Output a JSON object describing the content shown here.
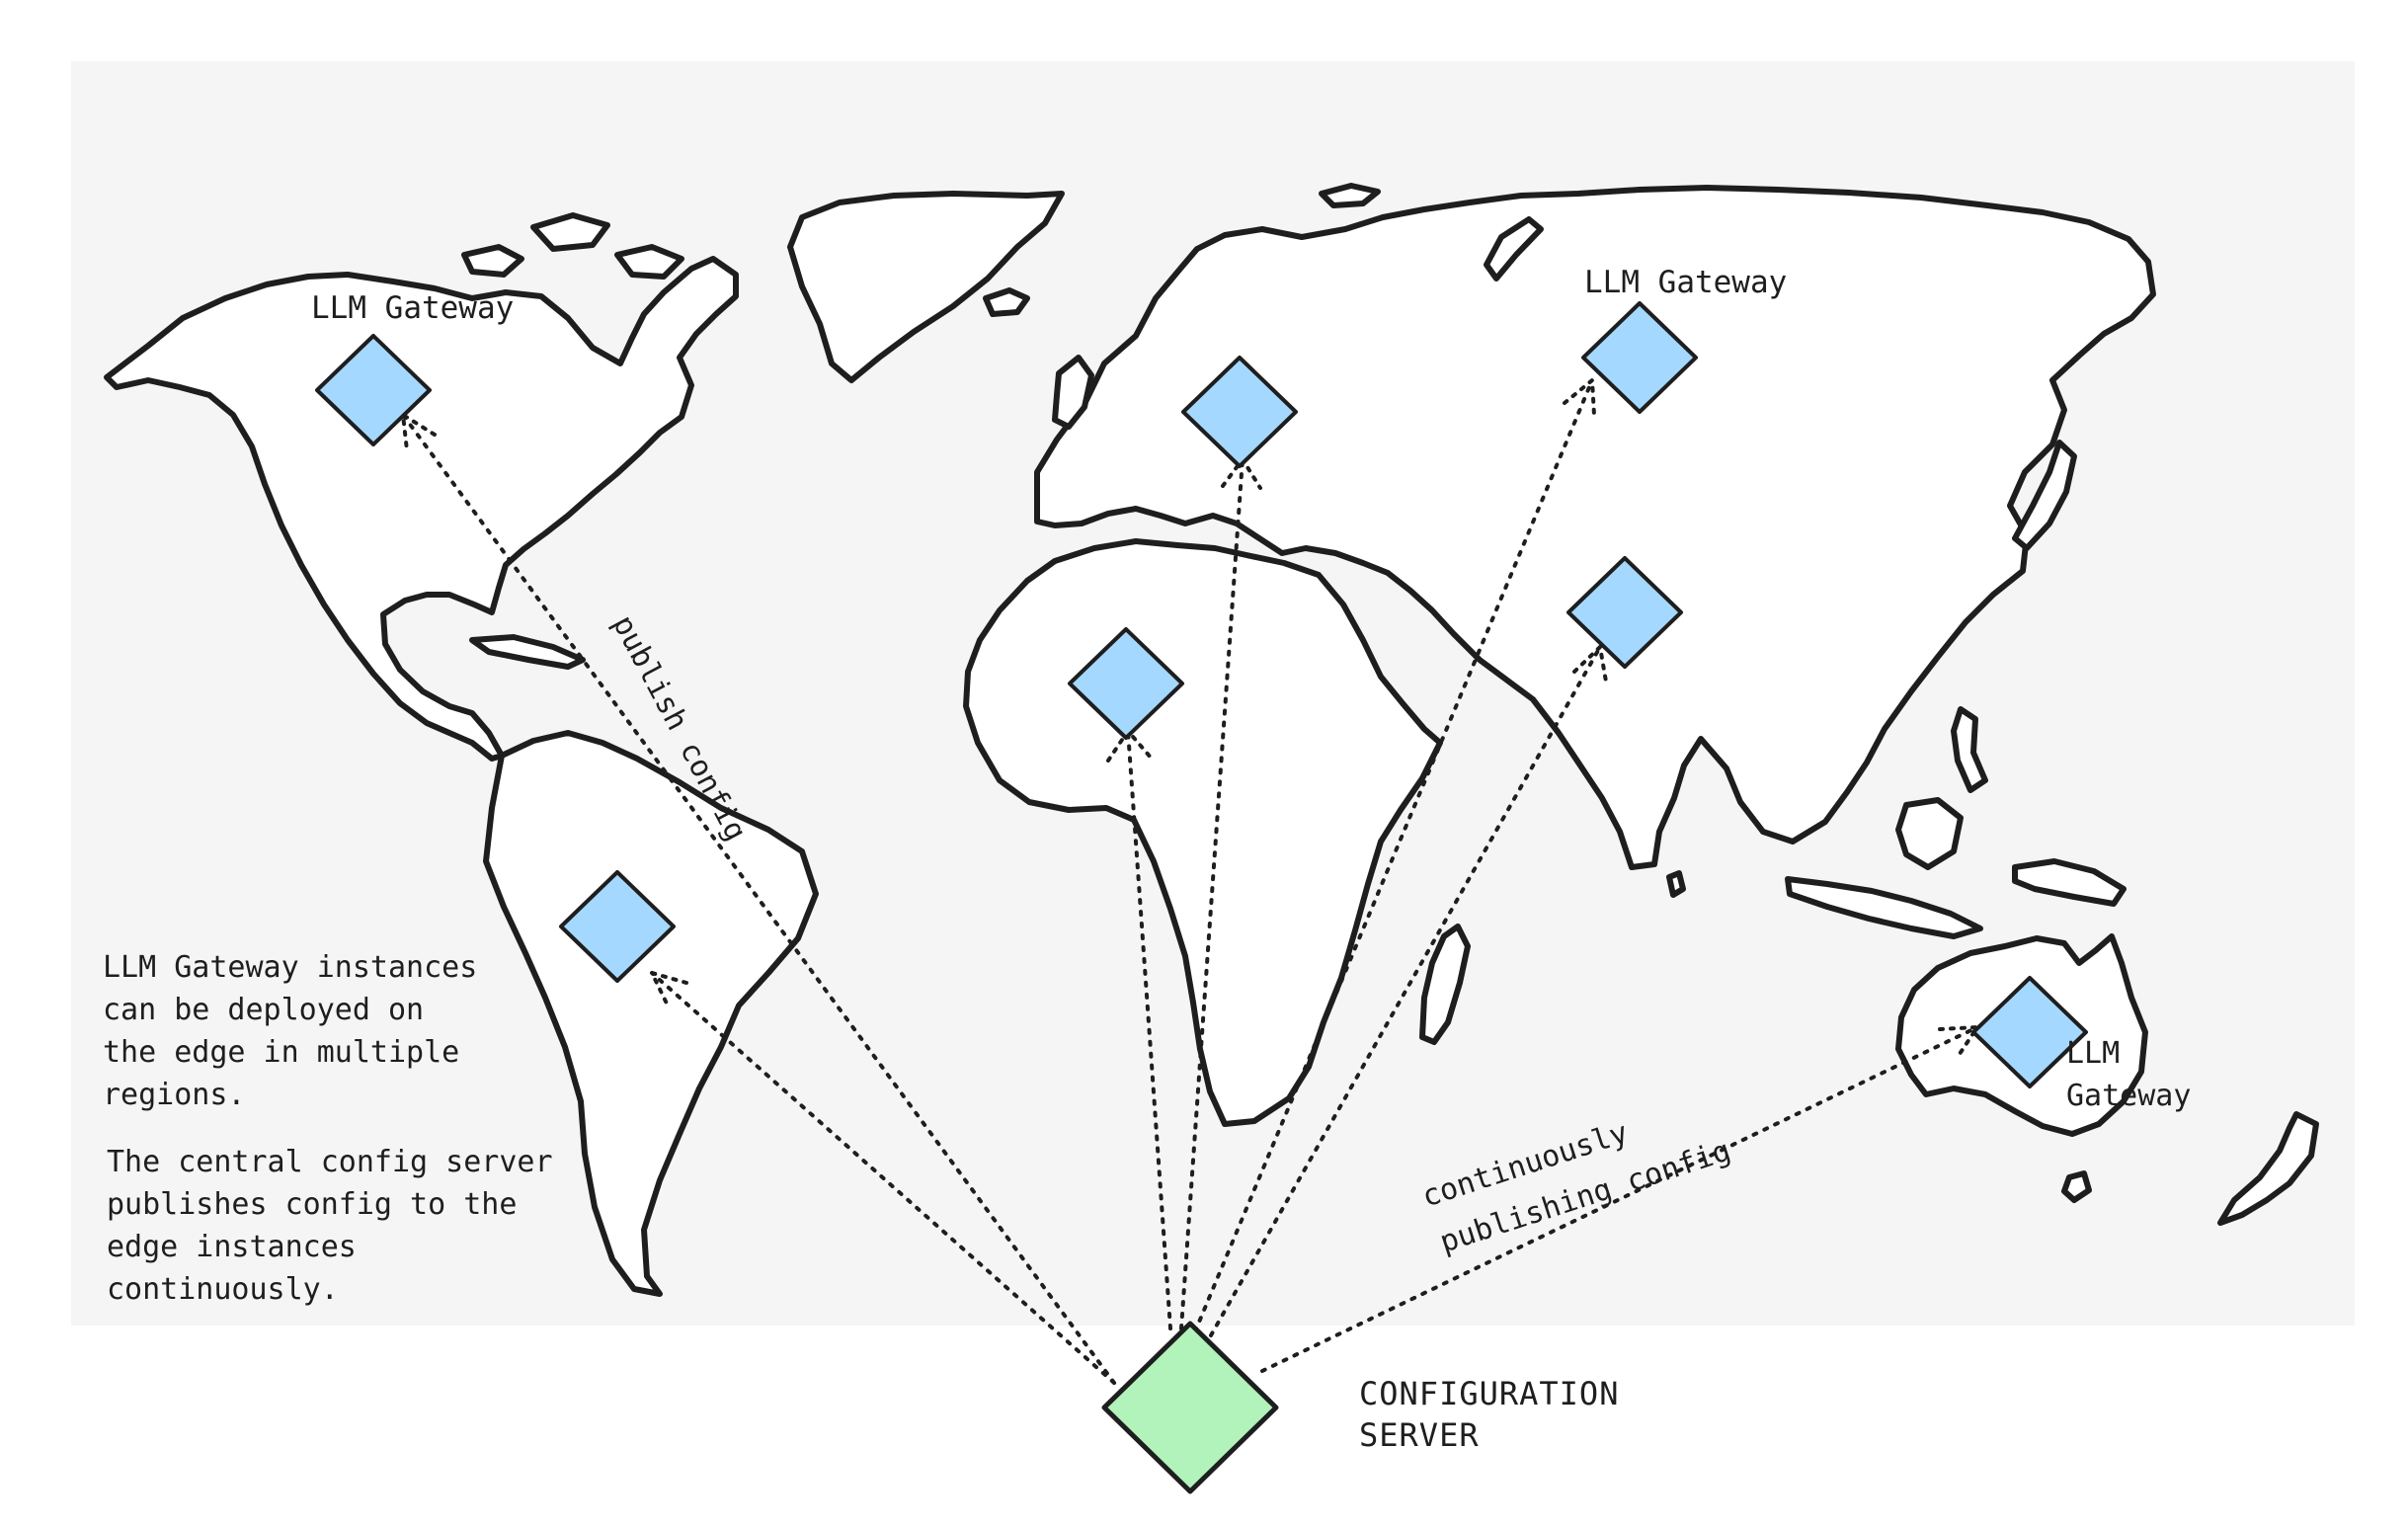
{
  "colors": {
    "map_background": "#f5f5f5",
    "land_fill": "#ffffff",
    "outline": "#1e1e1e",
    "gateway_fill": "#a5d8ff",
    "server_fill": "#b2f2bb"
  },
  "gateways": [
    {
      "region": "north-america",
      "label": "LLM Gateway"
    },
    {
      "region": "south-america",
      "label": ""
    },
    {
      "region": "europe",
      "label": ""
    },
    {
      "region": "africa",
      "label": ""
    },
    {
      "region": "north-asia",
      "label": "LLM Gateway"
    },
    {
      "region": "south-asia",
      "label": ""
    },
    {
      "region": "australia",
      "label": "LLM\nGateway"
    }
  ],
  "server": {
    "label": "CONFIGURATION\nSERVER",
    "icon": "diamond-icon"
  },
  "edge_labels": {
    "americas": "publish config",
    "asia_pacific_line1": "continuously",
    "asia_pacific_line2": "publishing config"
  },
  "notes": {
    "edge_deployment": "LLM Gateway instances\ncan be deployed on\nthe edge in multiple\nregions.",
    "config_publishing": "The central config server\npublishes config to the\nedge instances\ncontinuously."
  }
}
